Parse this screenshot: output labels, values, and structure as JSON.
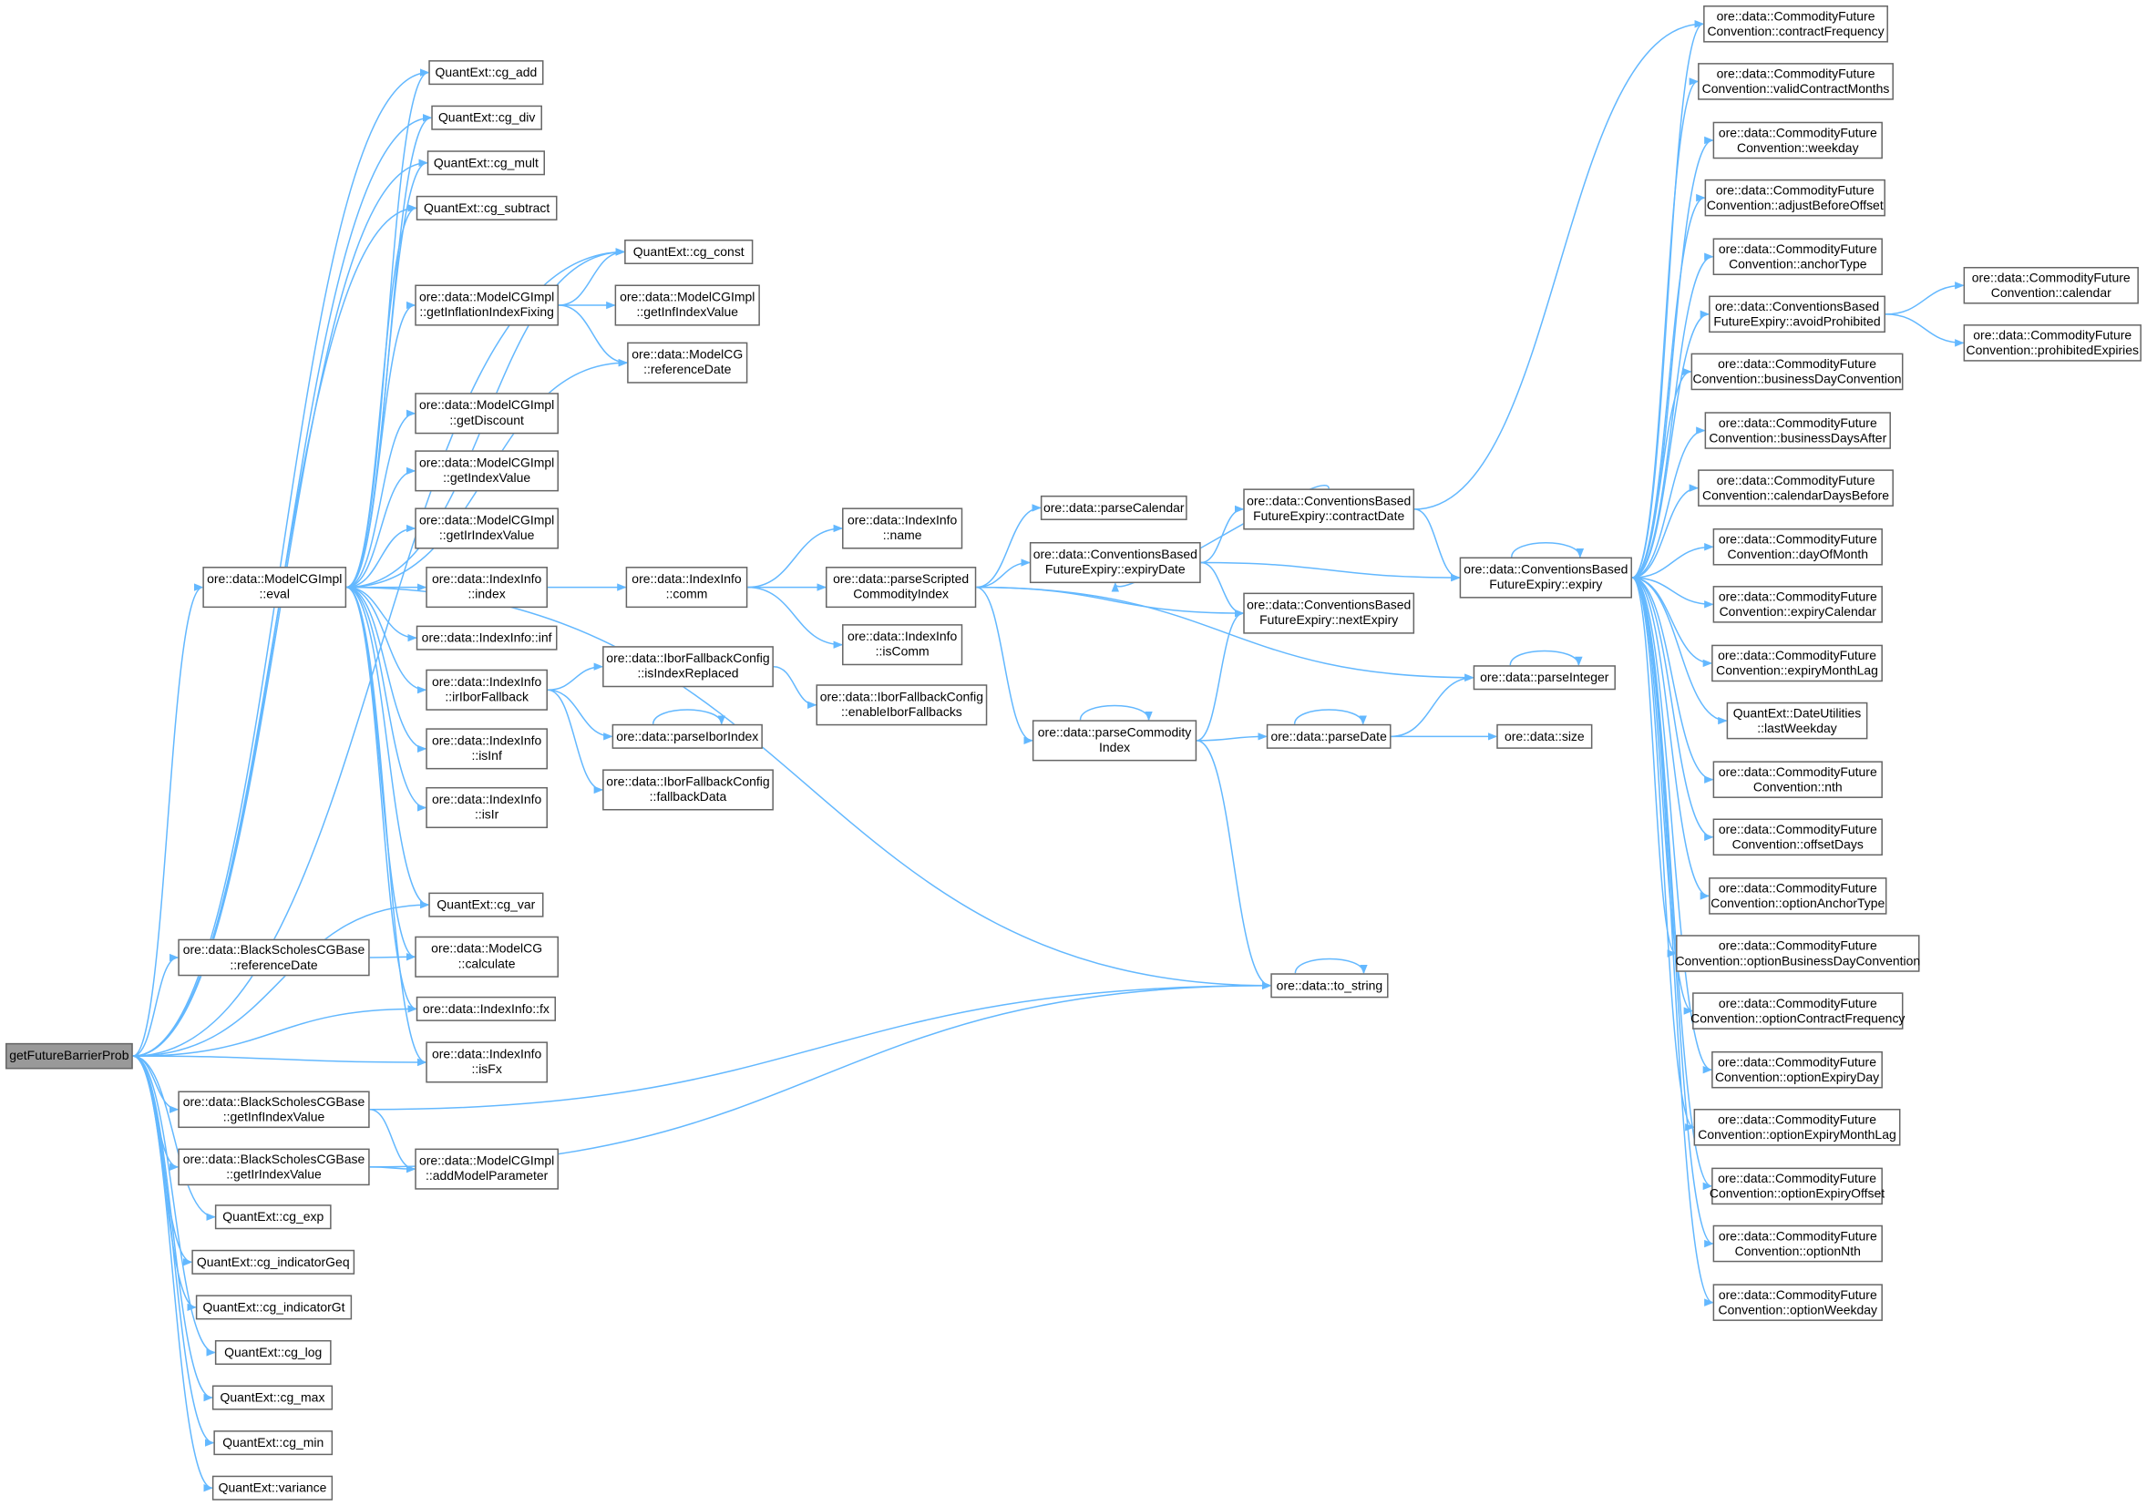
{
  "colors": {
    "edge": "#63b8ff",
    "border": "#666666",
    "root_fill": "#999999",
    "node_fill": "#ffffff"
  },
  "nodes": [
    {
      "id": "root",
      "lines": [
        "getFutureBarrierProb"
      ],
      "root": true
    },
    {
      "id": "eval",
      "lines": [
        "ore::data::ModelCGImpl",
        "::eval"
      ]
    },
    {
      "id": "bsRefDate",
      "lines": [
        "ore::data::BlackScholesCGBase",
        "::referenceDate"
      ]
    },
    {
      "id": "bsInf",
      "lines": [
        "ore::data::BlackScholesCGBase",
        "::getInfIndexValue"
      ]
    },
    {
      "id": "bsIr",
      "lines": [
        "ore::data::BlackScholesCGBase",
        "::getIrIndexValue"
      ]
    },
    {
      "id": "cgExp",
      "lines": [
        "QuantExt::cg_exp"
      ]
    },
    {
      "id": "cgGeq",
      "lines": [
        "QuantExt::cg_indicatorGeq"
      ]
    },
    {
      "id": "cgGt",
      "lines": [
        "QuantExt::cg_indicatorGt"
      ]
    },
    {
      "id": "cgLog",
      "lines": [
        "QuantExt::cg_log"
      ]
    },
    {
      "id": "cgMax",
      "lines": [
        "QuantExt::cg_max"
      ]
    },
    {
      "id": "cgMin",
      "lines": [
        "QuantExt::cg_min"
      ]
    },
    {
      "id": "variance",
      "lines": [
        "QuantExt::variance"
      ]
    },
    {
      "id": "cgAdd",
      "lines": [
        "QuantExt::cg_add"
      ]
    },
    {
      "id": "cgDiv",
      "lines": [
        "QuantExt::cg_div"
      ]
    },
    {
      "id": "cgMult",
      "lines": [
        "QuantExt::cg_mult"
      ]
    },
    {
      "id": "cgSub",
      "lines": [
        "QuantExt::cg_subtract"
      ]
    },
    {
      "id": "inflFix",
      "lines": [
        "ore::data::ModelCGImpl",
        "::getInflationIndexFixing"
      ]
    },
    {
      "id": "getDisc",
      "lines": [
        "ore::data::ModelCGImpl",
        "::getDiscount"
      ]
    },
    {
      "id": "getIdx",
      "lines": [
        "ore::data::ModelCGImpl",
        "::getIndexValue"
      ]
    },
    {
      "id": "getIrIdx",
      "lines": [
        "ore::data::ModelCGImpl",
        "::getIrIndexValue"
      ]
    },
    {
      "id": "iiIndex",
      "lines": [
        "ore::data::IndexInfo",
        "::index"
      ]
    },
    {
      "id": "iiInf",
      "lines": [
        "ore::data::IndexInfo::inf"
      ]
    },
    {
      "id": "iiIrIbor",
      "lines": [
        "ore::data::IndexInfo",
        "::irIborFallback"
      ]
    },
    {
      "id": "iiIsInf",
      "lines": [
        "ore::data::IndexInfo",
        "::isInf"
      ]
    },
    {
      "id": "iiIsIr",
      "lines": [
        "ore::data::IndexInfo",
        "::isIr"
      ]
    },
    {
      "id": "cgVar",
      "lines": [
        "QuantExt::cg_var"
      ]
    },
    {
      "id": "calc",
      "lines": [
        "ore::data::ModelCG",
        "::calculate"
      ]
    },
    {
      "id": "iiFx",
      "lines": [
        "ore::data::IndexInfo::fx"
      ]
    },
    {
      "id": "iiIsFx",
      "lines": [
        "ore::data::IndexInfo",
        "::isFx"
      ]
    },
    {
      "id": "addParam",
      "lines": [
        "ore::data::ModelCGImpl",
        "::addModelParameter"
      ]
    },
    {
      "id": "cgConst",
      "lines": [
        "QuantExt::cg_const"
      ]
    },
    {
      "id": "getInfIdx",
      "lines": [
        "ore::data::ModelCGImpl",
        "::getInfIndexValue"
      ]
    },
    {
      "id": "mcgRefDate",
      "lines": [
        "ore::data::ModelCG",
        "::referenceDate"
      ]
    },
    {
      "id": "iiComm",
      "lines": [
        "ore::data::IndexInfo",
        "::comm"
      ]
    },
    {
      "id": "isIdxRepl",
      "lines": [
        "ore::data::IborFallbackConfig",
        "::isIndexReplaced"
      ]
    },
    {
      "id": "parseIbor",
      "lines": [
        "ore::data::parseIborIndex"
      ]
    },
    {
      "id": "fallbackData",
      "lines": [
        "ore::data::IborFallbackConfig",
        "::fallbackData"
      ]
    },
    {
      "id": "iiName",
      "lines": [
        "ore::data::IndexInfo",
        "::name"
      ]
    },
    {
      "id": "parseScripted",
      "lines": [
        "ore::data::parseScripted",
        "CommodityIndex"
      ]
    },
    {
      "id": "iiIsComm",
      "lines": [
        "ore::data::IndexInfo",
        "::isComm"
      ]
    },
    {
      "id": "enableIbor",
      "lines": [
        "ore::data::IborFallbackConfig",
        "::enableIborFallbacks"
      ]
    },
    {
      "id": "parseCal",
      "lines": [
        "ore::data::parseCalendar"
      ]
    },
    {
      "id": "expiryDate",
      "lines": [
        "ore::data::ConventionsBased",
        "FutureExpiry::expiryDate"
      ]
    },
    {
      "id": "parseCommIdx",
      "lines": [
        "ore::data::parseCommodity",
        "Index"
      ]
    },
    {
      "id": "toString",
      "lines": [
        "ore::data::to_string"
      ]
    },
    {
      "id": "contractDate",
      "lines": [
        "ore::data::ConventionsBased",
        "FutureExpiry::contractDate"
      ]
    },
    {
      "id": "nextExpiry",
      "lines": [
        "ore::data::ConventionsBased",
        "FutureExpiry::nextExpiry"
      ]
    },
    {
      "id": "parseDate",
      "lines": [
        "ore::data::parseDate"
      ]
    },
    {
      "id": "expiry",
      "lines": [
        "ore::data::ConventionsBased",
        "FutureExpiry::expiry"
      ]
    },
    {
      "id": "parseInt",
      "lines": [
        "ore::data::parseInteger"
      ]
    },
    {
      "id": "size",
      "lines": [
        "ore::data::size"
      ]
    },
    {
      "id": "cContractFreq",
      "lines": [
        "ore::data::CommodityFuture",
        "Convention::contractFrequency"
      ]
    },
    {
      "id": "cValidMonths",
      "lines": [
        "ore::data::CommodityFuture",
        "Convention::validContractMonths"
      ]
    },
    {
      "id": "cWeekday",
      "lines": [
        "ore::data::CommodityFuture",
        "Convention::weekday"
      ]
    },
    {
      "id": "cAdjBefore",
      "lines": [
        "ore::data::CommodityFuture",
        "Convention::adjustBeforeOffset"
      ]
    },
    {
      "id": "cAnchor",
      "lines": [
        "ore::data::CommodityFuture",
        "Convention::anchorType"
      ]
    },
    {
      "id": "avoidProh",
      "lines": [
        "ore::data::ConventionsBased",
        "FutureExpiry::avoidProhibited"
      ]
    },
    {
      "id": "cBdc",
      "lines": [
        "ore::data::CommodityFuture",
        "Convention::businessDayConvention"
      ]
    },
    {
      "id": "cBdAfter",
      "lines": [
        "ore::data::CommodityFuture",
        "Convention::businessDaysAfter"
      ]
    },
    {
      "id": "cCalBefore",
      "lines": [
        "ore::data::CommodityFuture",
        "Convention::calendarDaysBefore"
      ]
    },
    {
      "id": "cDom",
      "lines": [
        "ore::data::CommodityFuture",
        "Convention::dayOfMonth"
      ]
    },
    {
      "id": "cExpCal",
      "lines": [
        "ore::data::CommodityFuture",
        "Convention::expiryCalendar"
      ]
    },
    {
      "id": "cExpLag",
      "lines": [
        "ore::data::CommodityFuture",
        "Convention::expiryMonthLag"
      ]
    },
    {
      "id": "lastWeekday",
      "lines": [
        "QuantExt::DateUtilities",
        "::lastWeekday"
      ]
    },
    {
      "id": "cNth",
      "lines": [
        "ore::data::CommodityFuture",
        "Convention::nth"
      ]
    },
    {
      "id": "cOffset",
      "lines": [
        "ore::data::CommodityFuture",
        "Convention::offsetDays"
      ]
    },
    {
      "id": "cOptAnchor",
      "lines": [
        "ore::data::CommodityFuture",
        "Convention::optionAnchorType"
      ]
    },
    {
      "id": "cOptBdc",
      "lines": [
        "ore::data::CommodityFuture",
        "Convention::optionBusinessDayConvention"
      ]
    },
    {
      "id": "cOptFreq",
      "lines": [
        "ore::data::CommodityFuture",
        "Convention::optionContractFrequency"
      ]
    },
    {
      "id": "cOptDay",
      "lines": [
        "ore::data::CommodityFuture",
        "Convention::optionExpiryDay"
      ]
    },
    {
      "id": "cOptLag",
      "lines": [
        "ore::data::CommodityFuture",
        "Convention::optionExpiryMonthLag"
      ]
    },
    {
      "id": "cOptOffset",
      "lines": [
        "ore::data::CommodityFuture",
        "Convention::optionExpiryOffset"
      ]
    },
    {
      "id": "cOptNth",
      "lines": [
        "ore::data::CommodityFuture",
        "Convention::optionNth"
      ]
    },
    {
      "id": "cOptWeekday",
      "lines": [
        "ore::data::CommodityFuture",
        "Convention::optionWeekday"
      ]
    },
    {
      "id": "cCalendar",
      "lines": [
        "ore::data::CommodityFuture",
        "Convention::calendar"
      ]
    },
    {
      "id": "cProhibited",
      "lines": [
        "ore::data::CommodityFuture",
        "Convention::prohibitedExpiries"
      ]
    }
  ],
  "edges": [
    [
      "root",
      "eval"
    ],
    [
      "root",
      "bsRefDate"
    ],
    [
      "root",
      "bsInf"
    ],
    [
      "root",
      "bsIr"
    ],
    [
      "root",
      "cgExp"
    ],
    [
      "root",
      "cgGeq"
    ],
    [
      "root",
      "cgGt"
    ],
    [
      "root",
      "cgLog"
    ],
    [
      "root",
      "cgMax"
    ],
    [
      "root",
      "cgMin"
    ],
    [
      "root",
      "variance"
    ],
    [
      "root",
      "cgAdd"
    ],
    [
      "root",
      "cgDiv"
    ],
    [
      "root",
      "cgMult"
    ],
    [
      "root",
      "cgSub"
    ],
    [
      "root",
      "cgConst"
    ],
    [
      "root",
      "cgVar"
    ],
    [
      "root",
      "iiFx"
    ],
    [
      "root",
      "iiIsFx"
    ],
    [
      "eval",
      "cgAdd"
    ],
    [
      "eval",
      "cgDiv"
    ],
    [
      "eval",
      "cgMult"
    ],
    [
      "eval",
      "cgSub"
    ],
    [
      "eval",
      "cgConst"
    ],
    [
      "eval",
      "inflFix"
    ],
    [
      "eval",
      "mcgRefDate"
    ],
    [
      "eval",
      "getDisc"
    ],
    [
      "eval",
      "getIdx"
    ],
    [
      "eval",
      "getIrIdx"
    ],
    [
      "eval",
      "iiIndex"
    ],
    [
      "eval",
      "iiInf"
    ],
    [
      "eval",
      "iiIrIbor"
    ],
    [
      "eval",
      "iiIsInf"
    ],
    [
      "eval",
      "iiIsIr"
    ],
    [
      "eval",
      "cgVar"
    ],
    [
      "eval",
      "calc"
    ],
    [
      "eval",
      "iiFx"
    ],
    [
      "eval",
      "iiIsFx"
    ],
    [
      "eval",
      "toString"
    ],
    [
      "bsRefDate",
      "calc"
    ],
    [
      "bsInf",
      "addParam"
    ],
    [
      "bsInf",
      "toString"
    ],
    [
      "bsIr",
      "addParam"
    ],
    [
      "bsIr",
      "toString"
    ],
    [
      "inflFix",
      "cgConst"
    ],
    [
      "inflFix",
      "getInfIdx"
    ],
    [
      "inflFix",
      "mcgRefDate"
    ],
    [
      "iiIndex",
      "iiComm"
    ],
    [
      "iiComm",
      "iiName"
    ],
    [
      "iiComm",
      "parseScripted"
    ],
    [
      "iiComm",
      "iiIsComm"
    ],
    [
      "iiIrIbor",
      "isIdxRepl"
    ],
    [
      "iiIrIbor",
      "parseIbor"
    ],
    [
      "iiIrIbor",
      "fallbackData"
    ],
    [
      "isIdxRepl",
      "enableIbor"
    ],
    [
      "parseIbor",
      "parseIbor"
    ],
    [
      "parseScripted",
      "parseCal"
    ],
    [
      "parseScripted",
      "expiryDate"
    ],
    [
      "parseScripted",
      "nextExpiry"
    ],
    [
      "parseScripted",
      "parseInt"
    ],
    [
      "parseScripted",
      "parseCommIdx"
    ],
    [
      "expiryDate",
      "contractDate"
    ],
    [
      "expiryDate",
      "expiry"
    ],
    [
      "expiryDate",
      "nextExpiry"
    ],
    [
      "contractDate",
      "expiryDate"
    ],
    [
      "contractDate",
      "expiry"
    ],
    [
      "contractDate",
      "cContractFreq"
    ],
    [
      "parseCommIdx",
      "parseCommIdx"
    ],
    [
      "parseCommIdx",
      "nextExpiry"
    ],
    [
      "parseCommIdx",
      "parseDate"
    ],
    [
      "parseCommIdx",
      "toString"
    ],
    [
      "parseDate",
      "parseDate"
    ],
    [
      "parseDate",
      "parseInt"
    ],
    [
      "parseDate",
      "size"
    ],
    [
      "parseInt",
      "parseInt"
    ],
    [
      "toString",
      "toString"
    ],
    [
      "expiry",
      "expiry"
    ],
    [
      "expiry",
      "cContractFreq"
    ],
    [
      "expiry",
      "cValidMonths"
    ],
    [
      "expiry",
      "cWeekday"
    ],
    [
      "expiry",
      "cAdjBefore"
    ],
    [
      "expiry",
      "cAnchor"
    ],
    [
      "expiry",
      "avoidProh"
    ],
    [
      "expiry",
      "cBdc"
    ],
    [
      "expiry",
      "cBdAfter"
    ],
    [
      "expiry",
      "cCalBefore"
    ],
    [
      "expiry",
      "cDom"
    ],
    [
      "expiry",
      "cExpCal"
    ],
    [
      "expiry",
      "cExpLag"
    ],
    [
      "expiry",
      "lastWeekday"
    ],
    [
      "expiry",
      "cNth"
    ],
    [
      "expiry",
      "cOffset"
    ],
    [
      "expiry",
      "cOptAnchor"
    ],
    [
      "expiry",
      "cOptBdc"
    ],
    [
      "expiry",
      "cOptFreq"
    ],
    [
      "expiry",
      "cOptDay"
    ],
    [
      "expiry",
      "cOptLag"
    ],
    [
      "expiry",
      "cOptOffset"
    ],
    [
      "expiry",
      "cOptNth"
    ],
    [
      "expiry",
      "cOptWeekday"
    ],
    [
      "avoidProh",
      "cCalendar"
    ],
    [
      "avoidProh",
      "cProhibited"
    ]
  ]
}
